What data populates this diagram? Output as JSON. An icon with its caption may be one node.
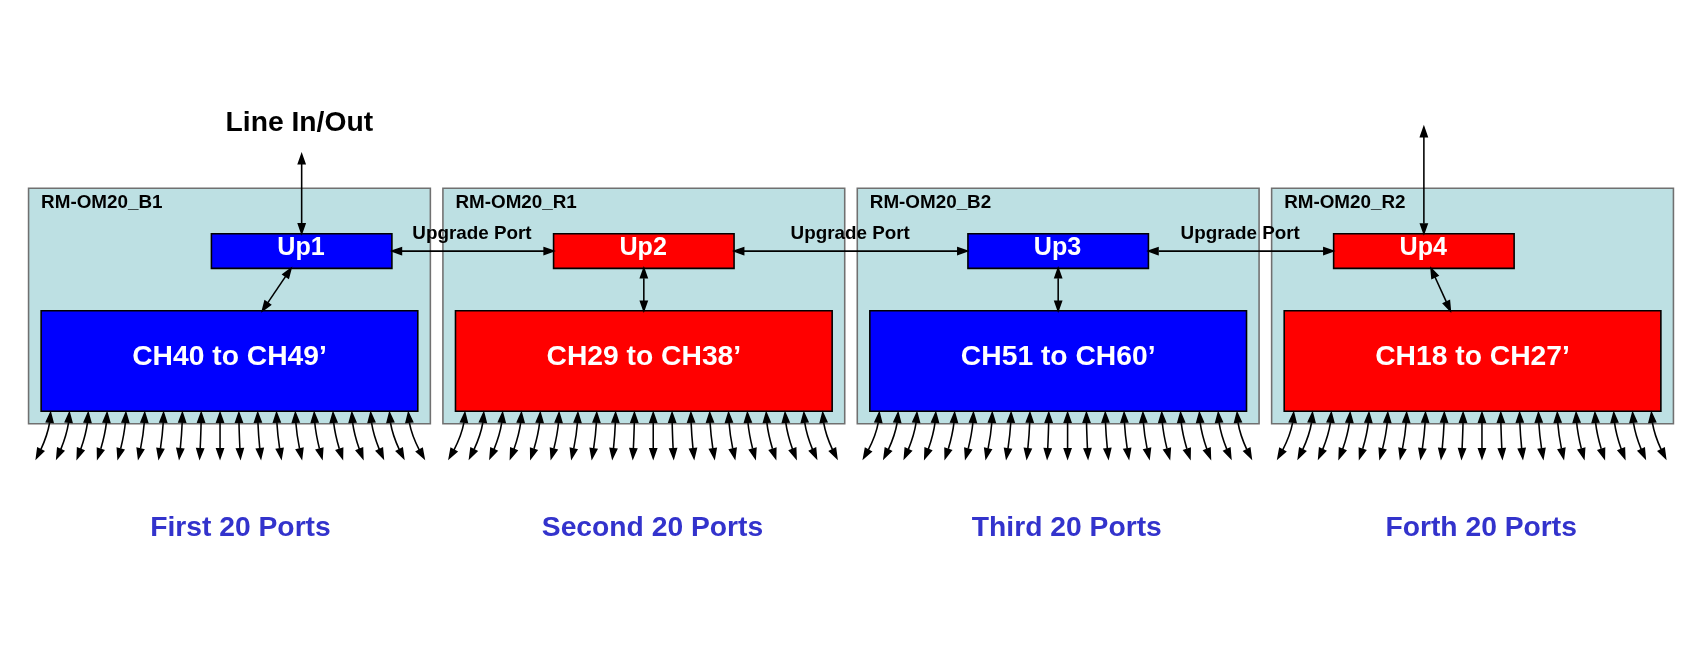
{
  "diagram": {
    "nodes": [
      {
        "text": [
          "Line In/Out"
        ]
      },
      {
        "text": [
          "RM-OM20_B1"
        ],
        "beside": [
          "First 20 Ports"
        ]
      },
      {
        "text": [
          "Up1"
        ],
        "in": 1
      },
      {
        "text": [
          "CH40 to CH49’"
        ],
        "in": 1
      },
      {
        "text": [
          "RM-OM20_R1"
        ],
        "beside": [
          "Second 20 Ports"
        ]
      },
      {
        "text": [
          "Up2"
        ],
        "in": 4
      },
      {
        "text": [
          "CH29 to CH38’"
        ],
        "in": 4
      },
      {
        "text": [
          "RM-OM20_B2"
        ],
        "beside": [
          "Third 20 Ports"
        ]
      },
      {
        "text": [
          "Up3"
        ],
        "in": 7
      },
      {
        "text": [
          "CH51 to CH60’"
        ],
        "in": 7
      },
      {
        "text": [
          "RM-OM20_R2"
        ],
        "beside": [
          "Forth 20 Ports"
        ]
      },
      {
        "text": [
          "Up4"
        ],
        "in": 10
      },
      {
        "text": [
          "CH18 to CH27’"
        ],
        "in": 10
      }
    ],
    "edges": [
      {
        "from": 0,
        "to": 2,
        "arrow": "both"
      },
      {
        "from": 2,
        "to": 5,
        "arrow": "both",
        "label": "Upgrade Port"
      },
      {
        "from": 5,
        "to": 8,
        "arrow": "both",
        "label": "Upgrade Port"
      },
      {
        "from": 8,
        "to": 11,
        "arrow": "both",
        "label": "Upgrade Port"
      },
      {
        "from": null,
        "to": 11,
        "arrow": "both"
      },
      {
        "from": 2,
        "to": 3,
        "arrow": "both"
      },
      {
        "from": 5,
        "to": 6,
        "arrow": "both"
      },
      {
        "from": 8,
        "to": 9,
        "arrow": "both"
      },
      {
        "from": 11,
        "to": 12,
        "arrow": "both"
      },
      {
        "from": 3,
        "to": null,
        "arrow": "both"
      },
      {
        "from": 3,
        "to": null,
        "arrow": "both"
      },
      {
        "from": 3,
        "to": null,
        "arrow": "both"
      },
      {
        "from": 3,
        "to": null,
        "arrow": "both"
      },
      {
        "from": 3,
        "to": null,
        "arrow": "both"
      },
      {
        "from": 3,
        "to": null,
        "arrow": "both"
      },
      {
        "from": 3,
        "to": null,
        "arrow": "both"
      },
      {
        "from": 3,
        "to": null,
        "arrow": "both"
      },
      {
        "from": 3,
        "to": null,
        "arrow": "both"
      },
      {
        "from": 3,
        "to": null,
        "arrow": "both"
      },
      {
        "from": 3,
        "to": null,
        "arrow": "both"
      },
      {
        "from": 3,
        "to": null,
        "arrow": "both"
      },
      {
        "from": 3,
        "to": null,
        "arrow": "both"
      },
      {
        "from": 3,
        "to": null,
        "arrow": "both"
      },
      {
        "from": 3,
        "to": null,
        "arrow": "both"
      },
      {
        "from": 3,
        "to": null,
        "arrow": "both"
      },
      {
        "from": 3,
        "to": null,
        "arrow": "both"
      },
      {
        "from": 3,
        "to": null,
        "arrow": "both"
      },
      {
        "from": 3,
        "to": null,
        "arrow": "both"
      },
      {
        "from": 3,
        "to": null,
        "arrow": "both"
      },
      {
        "from": 6,
        "to": null,
        "arrow": "both"
      },
      {
        "from": 6,
        "to": null,
        "arrow": "both"
      },
      {
        "from": 6,
        "to": null,
        "arrow": "both"
      },
      {
        "from": 6,
        "to": null,
        "arrow": "both"
      },
      {
        "from": 6,
        "to": null,
        "arrow": "both"
      },
      {
        "from": 6,
        "to": null,
        "arrow": "both"
      },
      {
        "from": 6,
        "to": null,
        "arrow": "both"
      },
      {
        "from": 6,
        "to": null,
        "arrow": "both"
      },
      {
        "from": 6,
        "to": null,
        "arrow": "both"
      },
      {
        "from": 6,
        "to": null,
        "arrow": "both"
      },
      {
        "from": 6,
        "to": null,
        "arrow": "both"
      },
      {
        "from": 6,
        "to": null,
        "arrow": "both"
      },
      {
        "from": 6,
        "to": null,
        "arrow": "both"
      },
      {
        "from": 6,
        "to": null,
        "arrow": "both"
      },
      {
        "from": 6,
        "to": null,
        "arrow": "both"
      },
      {
        "from": 6,
        "to": null,
        "arrow": "both"
      },
      {
        "from": 6,
        "to": null,
        "arrow": "both"
      },
      {
        "from": 6,
        "to": null,
        "arrow": "both"
      },
      {
        "from": 6,
        "to": null,
        "arrow": "both"
      },
      {
        "from": 6,
        "to": null,
        "arrow": "both"
      },
      {
        "from": 9,
        "to": null,
        "arrow": "both"
      },
      {
        "from": 9,
        "to": null,
        "arrow": "both"
      },
      {
        "from": 9,
        "to": null,
        "arrow": "both"
      },
      {
        "from": 9,
        "to": null,
        "arrow": "both"
      },
      {
        "from": 9,
        "to": null,
        "arrow": "both"
      },
      {
        "from": 9,
        "to": null,
        "arrow": "both"
      },
      {
        "from": 9,
        "to": null,
        "arrow": "both"
      },
      {
        "from": 9,
        "to": null,
        "arrow": "both"
      },
      {
        "from": 9,
        "to": null,
        "arrow": "both"
      },
      {
        "from": 9,
        "to": null,
        "arrow": "both"
      },
      {
        "from": 9,
        "to": null,
        "arrow": "both"
      },
      {
        "from": 9,
        "to": null,
        "arrow": "both"
      },
      {
        "from": 9,
        "to": null,
        "arrow": "both"
      },
      {
        "from": 9,
        "to": null,
        "arrow": "both"
      },
      {
        "from": 9,
        "to": null,
        "arrow": "both"
      },
      {
        "from": 9,
        "to": null,
        "arrow": "both"
      },
      {
        "from": 9,
        "to": null,
        "arrow": "both"
      },
      {
        "from": 9,
        "to": null,
        "arrow": "both"
      },
      {
        "from": 9,
        "to": null,
        "arrow": "both"
      },
      {
        "from": 9,
        "to": null,
        "arrow": "both"
      },
      {
        "from": 12,
        "to": null,
        "arrow": "both"
      },
      {
        "from": 12,
        "to": null,
        "arrow": "both"
      },
      {
        "from": 12,
        "to": null,
        "arrow": "both"
      },
      {
        "from": 12,
        "to": null,
        "arrow": "both"
      },
      {
        "from": 12,
        "to": null,
        "arrow": "both"
      },
      {
        "from": 12,
        "to": null,
        "arrow": "both"
      },
      {
        "from": 12,
        "to": null,
        "arrow": "both"
      },
      {
        "from": 12,
        "to": null,
        "arrow": "both"
      },
      {
        "from": 12,
        "to": null,
        "arrow": "both"
      },
      {
        "from": 12,
        "to": null,
        "arrow": "both"
      },
      {
        "from": 12,
        "to": null,
        "arrow": "both"
      },
      {
        "from": 12,
        "to": null,
        "arrow": "both"
      },
      {
        "from": 12,
        "to": null,
        "arrow": "both"
      },
      {
        "from": 12,
        "to": null,
        "arrow": "both"
      },
      {
        "from": 12,
        "to": null,
        "arrow": "both"
      },
      {
        "from": 12,
        "to": null,
        "arrow": "both"
      },
      {
        "from": 12,
        "to": null,
        "arrow": "both"
      },
      {
        "from": 12,
        "to": null,
        "arrow": "both"
      },
      {
        "from": 12,
        "to": null,
        "arrow": "both"
      },
      {
        "from": 12,
        "to": null,
        "arrow": "both"
      }
    ]
  }
}
